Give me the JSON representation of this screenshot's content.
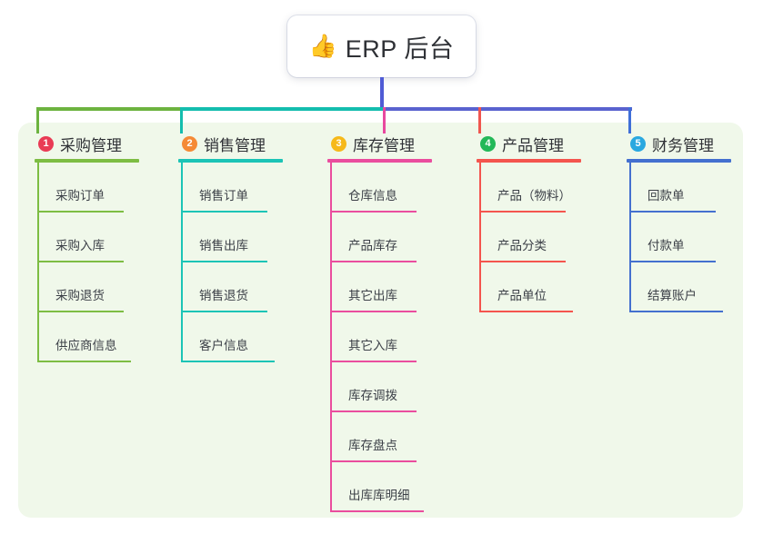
{
  "root": {
    "emoji": "👍",
    "icon_name": "thumbs-up-emoji",
    "title": "ERP 后台"
  },
  "panel": {
    "background_color": "#f0f8ea"
  },
  "connector": {
    "stem_color": "#4f5bd5",
    "segment_colors": [
      "#6cb33f",
      "#14bdae",
      "#5a62cf",
      "#5a62cf"
    ],
    "drop_colors": [
      "#6cb33f",
      "#14bdae",
      "#e8489f",
      "#f0564f",
      "#3f6fd8"
    ]
  },
  "columns": [
    {
      "number": "1",
      "title": "采购管理",
      "badge_color": "#e93b55",
      "line_color": "#7dbd43",
      "items": [
        {
          "label": "采购订单"
        },
        {
          "label": "采购入库"
        },
        {
          "label": "采购退货"
        },
        {
          "label": "供应商信息"
        }
      ]
    },
    {
      "number": "2",
      "title": "销售管理",
      "badge_color": "#f58a36",
      "line_color": "#1cc4b6",
      "items": [
        {
          "label": "销售订单"
        },
        {
          "label": "销售出库"
        },
        {
          "label": "销售退货"
        },
        {
          "label": "客户信息"
        }
      ]
    },
    {
      "number": "3",
      "title": "库存管理",
      "badge_color": "#f6b91a",
      "line_color": "#ea4d9e",
      "items": [
        {
          "label": "仓库信息"
        },
        {
          "label": "产品库存"
        },
        {
          "label": "其它出库"
        },
        {
          "label": "其它入库"
        },
        {
          "label": "库存调拨"
        },
        {
          "label": "库存盘点"
        },
        {
          "label": "出库库明细"
        }
      ]
    },
    {
      "number": "4",
      "title": "产品管理",
      "badge_color": "#23b858",
      "line_color": "#f4554e",
      "items": [
        {
          "label": "产品（物料）"
        },
        {
          "label": "产品分类"
        },
        {
          "label": "产品单位"
        }
      ]
    },
    {
      "number": "5",
      "title": "财务管理",
      "badge_color": "#29a8e0",
      "line_color": "#4470cf",
      "items": [
        {
          "label": "回款单"
        },
        {
          "label": "付款单"
        },
        {
          "label": "结算账户"
        }
      ]
    }
  ]
}
